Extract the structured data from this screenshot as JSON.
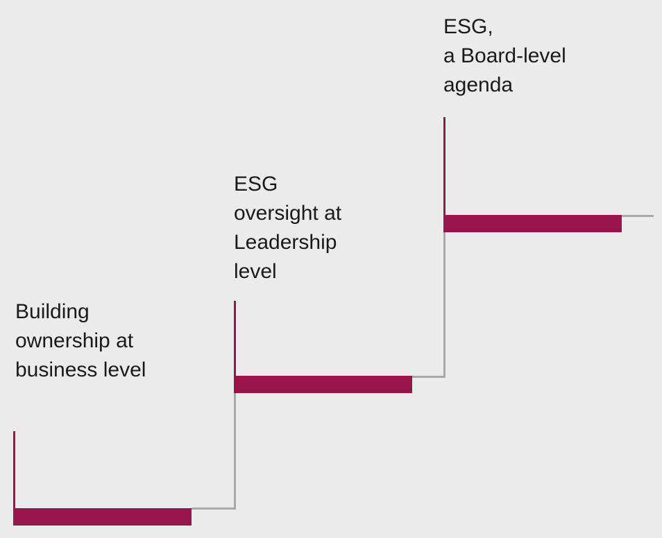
{
  "colors": {
    "background": "#ebebeb",
    "accent": "#98144a",
    "connector": "#a8a8aa"
  },
  "steps": [
    {
      "lines": [
        "Building",
        "ownership at",
        "business level"
      ]
    },
    {
      "lines": [
        "ESG",
        "oversight at",
        "Leadership",
        "level"
      ]
    },
    {
      "lines": [
        "ESG,",
        "a Board-level",
        "agenda"
      ]
    }
  ]
}
